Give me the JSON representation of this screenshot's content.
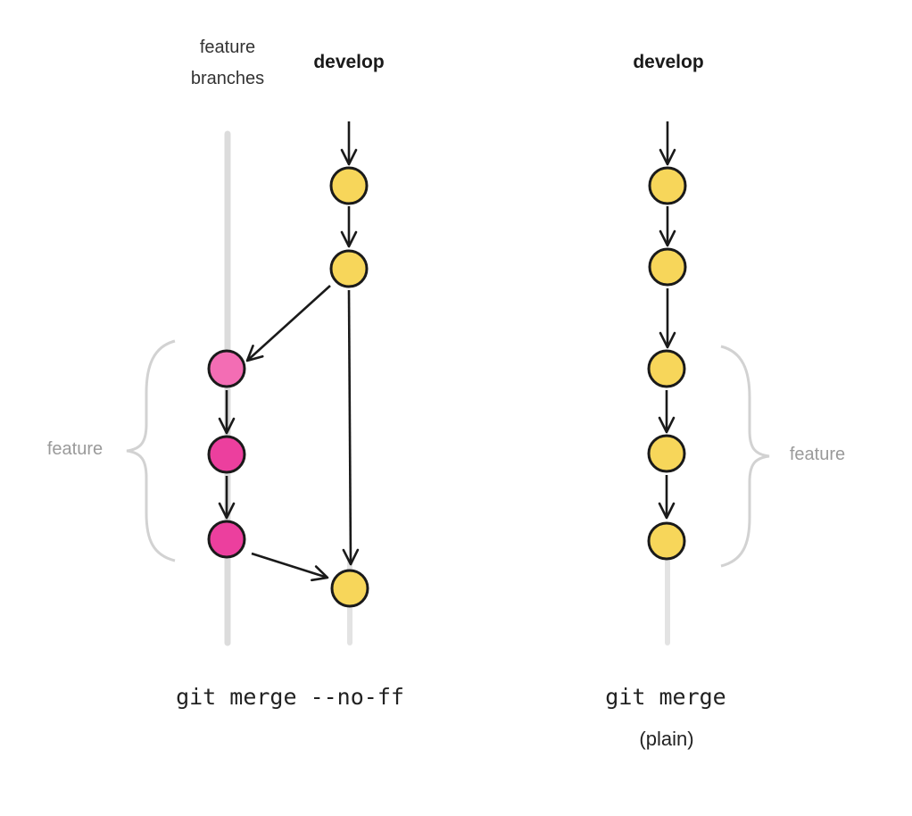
{
  "left": {
    "feature_branches_line1": "feature",
    "feature_branches_line2": "branches",
    "develop_label": "develop",
    "feature_label": "feature",
    "command": "git merge --no-ff"
  },
  "right": {
    "develop_label": "develop",
    "feature_label": "feature",
    "command": "git merge",
    "command_note": "(plain)"
  },
  "colors": {
    "develop_commit": "#f7d65a",
    "feature_commit_light": "#f36db4",
    "feature_commit": "#ec3f9e",
    "branch_line": "#dcdcdc",
    "arrow": "#1a1a1a",
    "brace": "#cfcfcf"
  }
}
